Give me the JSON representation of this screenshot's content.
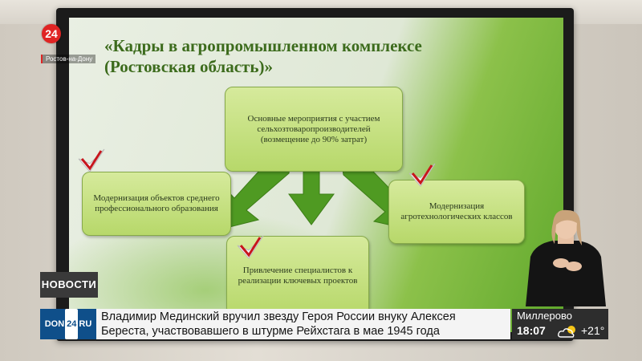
{
  "channel": {
    "logo": "24",
    "city": "Ростов-на-Дону"
  },
  "slide": {
    "title_line1": "«Кадры в агропромышленном комплексе",
    "title_line2": "(Ростовская область)»",
    "main_box": "Основные мероприятия с участием сельхозтоваропроизводителей (возмещение до 90% затрат)",
    "left_box": "Модернизация объектов среднего профессионального образования",
    "right_box": "Модернизация агротехнологических классов",
    "bottom_box": "Привлечение специалистов к реализации ключевых проектов"
  },
  "news_label": "НОВОСТИ",
  "ticker": {
    "logo_left": "DON",
    "logo_num": "24",
    "logo_right": "RU",
    "headline_line1": "Владимир Мединский вручил звезду Героя России внуку Алексея",
    "headline_line2": "Береста, участвовавшего в штурме Рейхстага в мае 1945 года"
  },
  "weather": {
    "city": "Миллерово",
    "time": "18:07",
    "icon": "partly-cloudy-icon",
    "temp": "+21°"
  }
}
